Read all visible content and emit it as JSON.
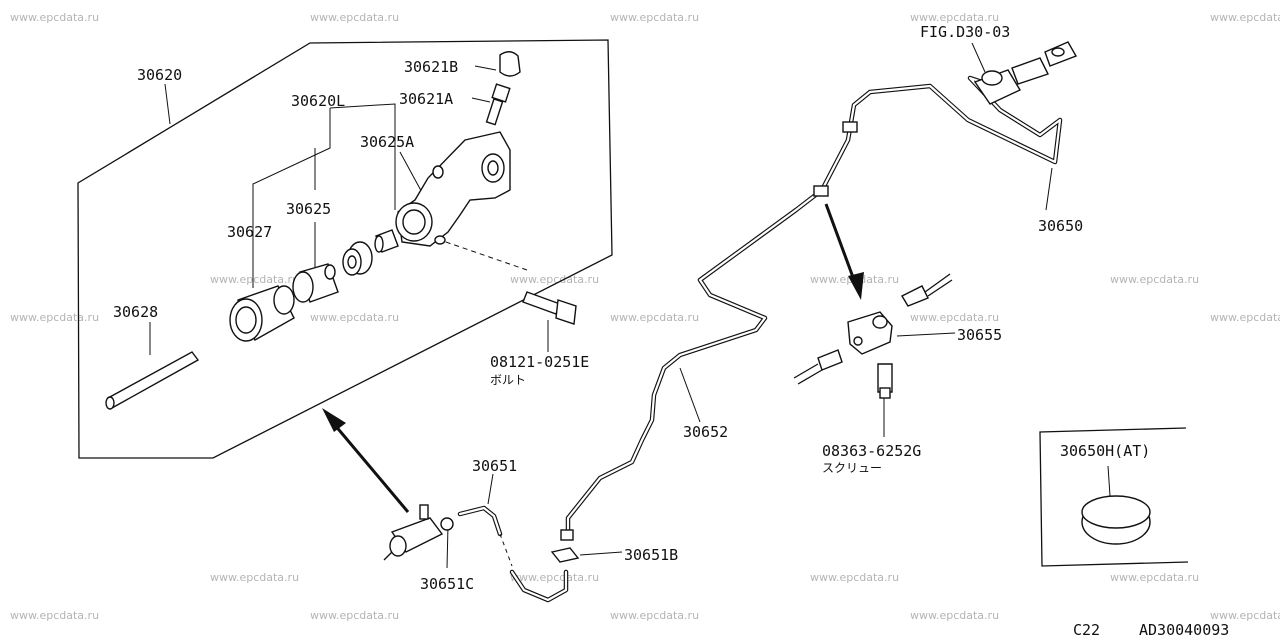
{
  "watermark": "www.epcdata.ru",
  "labels": {
    "p30620": "30620",
    "p30620L": "30620L",
    "p30621B": "30621B",
    "p30621A": "30621A",
    "p30625A": "30625A",
    "p30625": "30625",
    "p30627": "30627",
    "p30628": "30628",
    "bolt_code": "08121-0251E",
    "bolt_name": "ボルト",
    "fig_ref": "FIG.D30-03",
    "p30650": "30650",
    "p30655": "30655",
    "p30652": "30652",
    "screw_code": "08363-6252G",
    "screw_name": "スクリュー",
    "p30651": "30651",
    "p30651B": "30651B",
    "p30651C": "30651C",
    "p30650H": "30650H(AT)",
    "footer_model": "C22",
    "footer_code": "AD30040093"
  }
}
